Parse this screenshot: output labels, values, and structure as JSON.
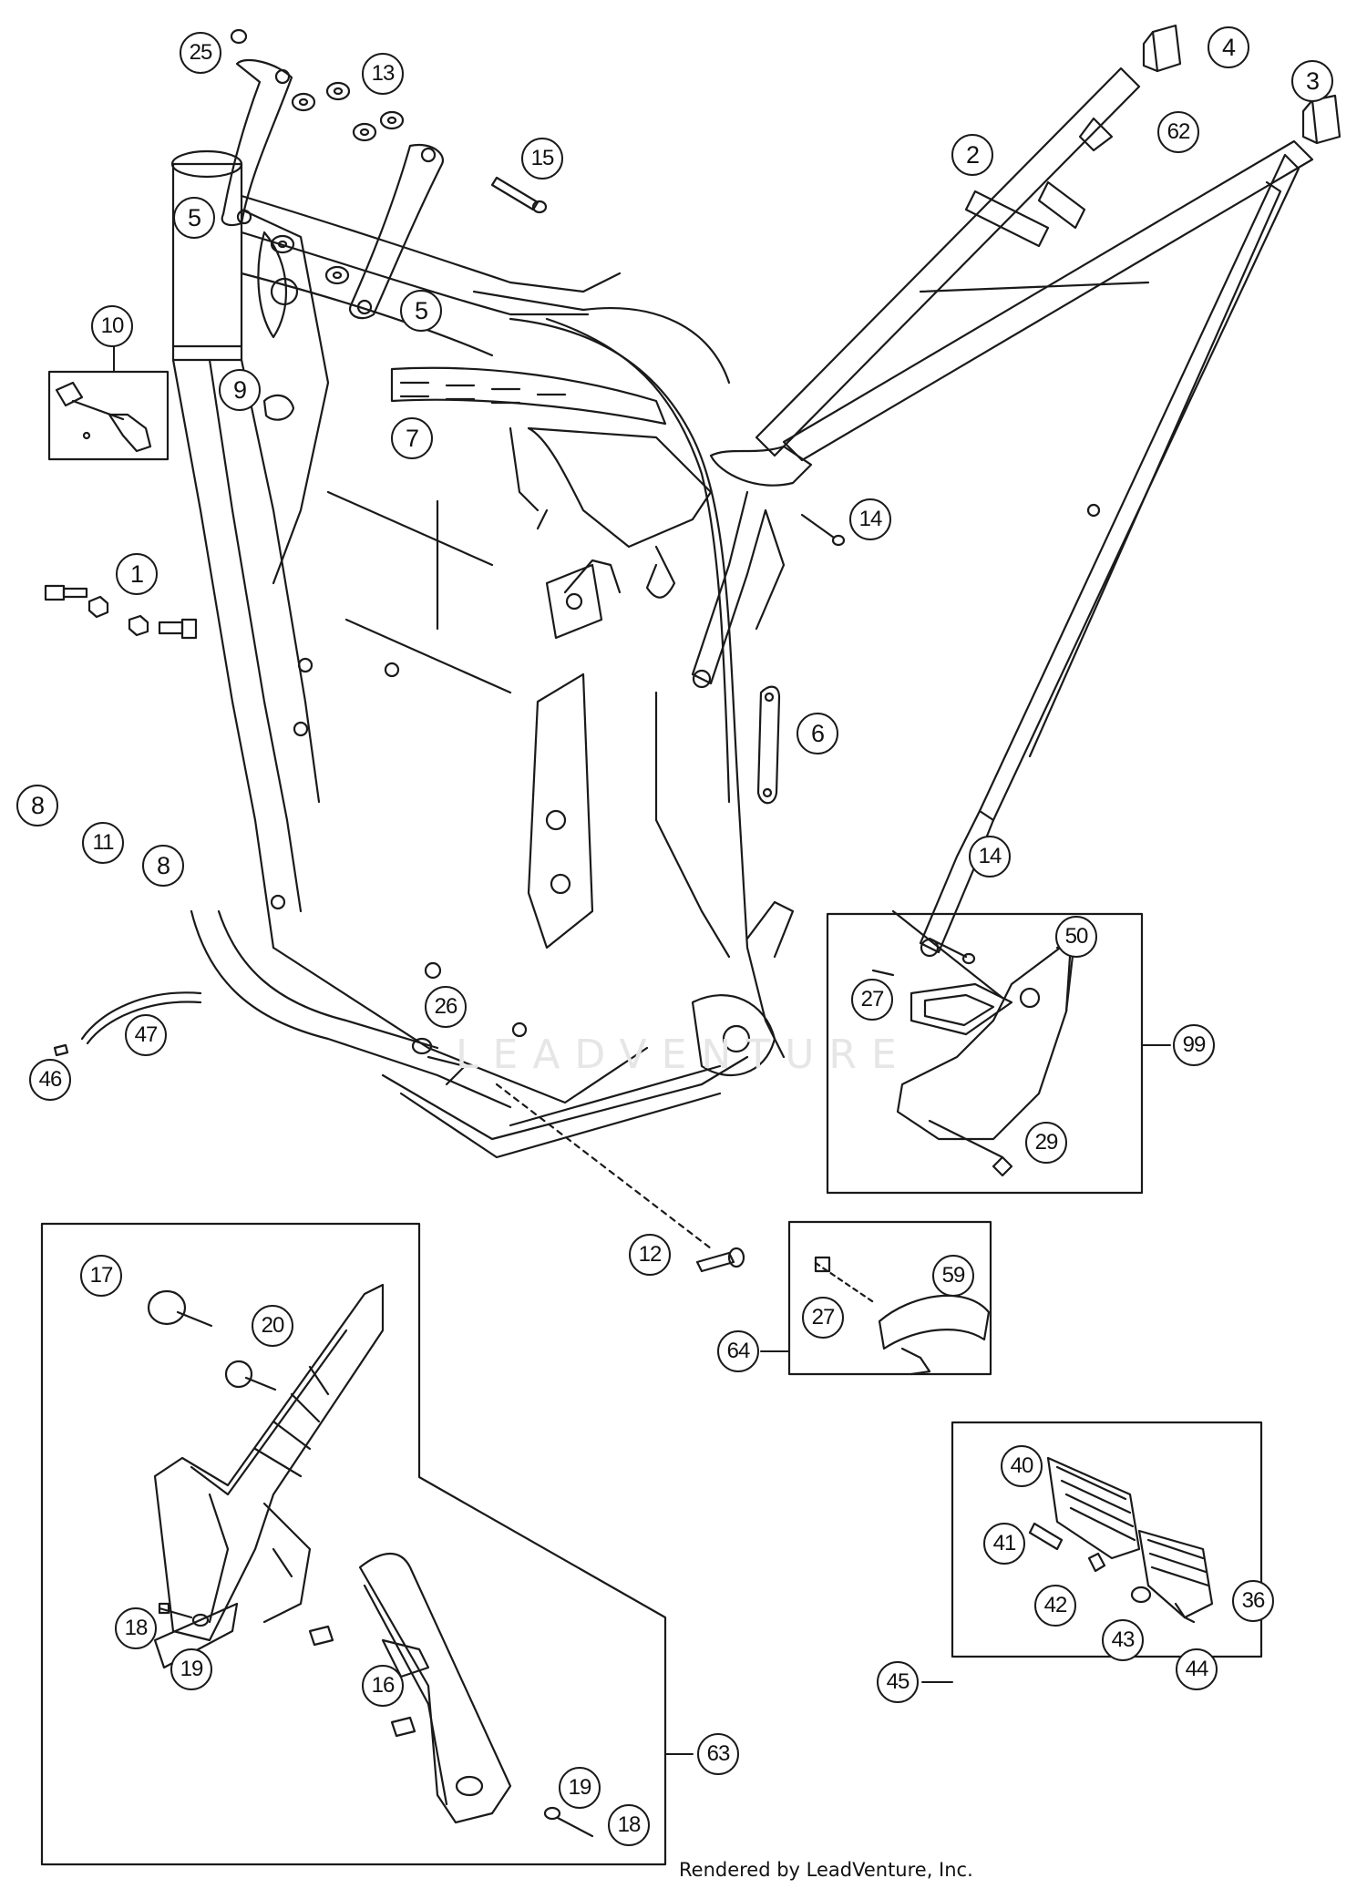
{
  "callouts": [
    {
      "id": "c1",
      "label": "1"
    },
    {
      "id": "c2",
      "label": "2"
    },
    {
      "id": "c3",
      "label": "3"
    },
    {
      "id": "c4",
      "label": "4"
    },
    {
      "id": "c5a",
      "label": "5"
    },
    {
      "id": "c5b",
      "label": "5"
    },
    {
      "id": "c6",
      "label": "6"
    },
    {
      "id": "c7",
      "label": "7"
    },
    {
      "id": "c8a",
      "label": "8"
    },
    {
      "id": "c8b",
      "label": "8"
    },
    {
      "id": "c9",
      "label": "9"
    },
    {
      "id": "c10",
      "label": "10"
    },
    {
      "id": "c11",
      "label": "11"
    },
    {
      "id": "c12",
      "label": "12"
    },
    {
      "id": "c13",
      "label": "13"
    },
    {
      "id": "c14a",
      "label": "14"
    },
    {
      "id": "c14b",
      "label": "14"
    },
    {
      "id": "c15",
      "label": "15"
    },
    {
      "id": "c16",
      "label": "16"
    },
    {
      "id": "c17",
      "label": "17"
    },
    {
      "id": "c18a",
      "label": "18"
    },
    {
      "id": "c18b",
      "label": "18"
    },
    {
      "id": "c19a",
      "label": "19"
    },
    {
      "id": "c19b",
      "label": "19"
    },
    {
      "id": "c20",
      "label": "20"
    },
    {
      "id": "c25",
      "label": "25"
    },
    {
      "id": "c26",
      "label": "26"
    },
    {
      "id": "c27a",
      "label": "27"
    },
    {
      "id": "c27b",
      "label": "27"
    },
    {
      "id": "c29",
      "label": "29"
    },
    {
      "id": "c36",
      "label": "36"
    },
    {
      "id": "c40",
      "label": "40"
    },
    {
      "id": "c41",
      "label": "41"
    },
    {
      "id": "c42",
      "label": "42"
    },
    {
      "id": "c43",
      "label": "43"
    },
    {
      "id": "c44",
      "label": "44"
    },
    {
      "id": "c45",
      "label": "45"
    },
    {
      "id": "c46",
      "label": "46"
    },
    {
      "id": "c47",
      "label": "47"
    },
    {
      "id": "c50",
      "label": "50"
    },
    {
      "id": "c59",
      "label": "59"
    },
    {
      "id": "c62",
      "label": "62"
    },
    {
      "id": "c63",
      "label": "63"
    },
    {
      "id": "c64",
      "label": "64"
    },
    {
      "id": "c99",
      "label": "99"
    }
  ],
  "footer": "Rendered by LeadVenture, Inc.",
  "watermark": "LEADVENTURE",
  "colors": {
    "line": "#1a1a1a",
    "background": "#ffffff",
    "watermark": "#e6e6e6"
  }
}
